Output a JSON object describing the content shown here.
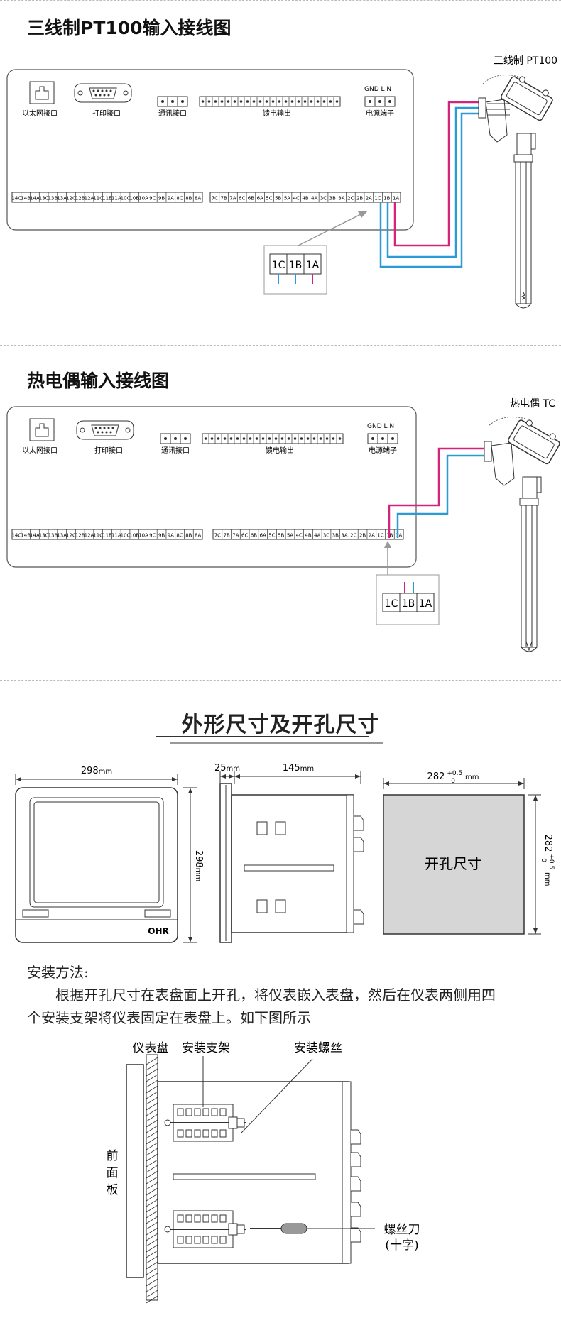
{
  "section1": {
    "title": "三线制PT100输入接线图",
    "sensor_label": "三线制 PT100",
    "ports": {
      "ethernet": "以太网接口",
      "print": "打印接口",
      "comm": "通讯接口",
      "feed": "馈电输出",
      "power": "电源端子"
    },
    "power_pins": "GND  L   N",
    "terminals_left": [
      "14C",
      "14B",
      "14A",
      "13C",
      "13B",
      "13A",
      "12C",
      "12B",
      "12A",
      "11C",
      "11B",
      "11A",
      "10C",
      "10B",
      "10A",
      "9C",
      "9B",
      "9A",
      "8C",
      "8B",
      "8A"
    ],
    "terminals_right": [
      "7C",
      "7B",
      "7A",
      "6C",
      "6B",
      "6A",
      "5C",
      "5B",
      "5A",
      "4C",
      "4B",
      "4A",
      "3C",
      "3B",
      "3A",
      "2C",
      "2B",
      "2A",
      "1C",
      "1B",
      "1A"
    ],
    "zoom_terminals": [
      "1C",
      "1B",
      "1A"
    ]
  },
  "section2": {
    "title": "热电偶输入接线图",
    "sensor_label": "热电偶 TC",
    "ports": {
      "ethernet": "以太网接口",
      "print": "打印接口",
      "comm": "通讯接口",
      "feed": "馈电输出",
      "power": "电源端子"
    },
    "power_pins": "GND  L   N",
    "zoom_terminals": [
      "1C",
      "1B",
      "1A"
    ]
  },
  "section3": {
    "title": "外形尺寸及开孔尺寸",
    "dims": {
      "front_width": "298",
      "front_height": "298",
      "side_depth_front": "25",
      "side_depth_body": "145",
      "unit": "mm",
      "cutout_size": "282",
      "tol_plus": "+0.5",
      "tol_minus": "0"
    },
    "brand": "OHR",
    "cutout_label": "开孔尺寸"
  },
  "install": {
    "heading": "安装方法:",
    "line1": "根据开孔尺寸在表盘面上开孔，将仪表嵌入表盘，然后在仪表两侧用四",
    "line2": "个安装支架将仪表固定在表盘上。如下图所示",
    "labels": {
      "panel": "仪表盘",
      "bracket": "安装支架",
      "screw": "安装螺丝",
      "front": [
        "前",
        "面",
        "板"
      ],
      "driver": "螺丝刀",
      "driver_sub": "(十字)"
    }
  },
  "colors": {
    "magenta": "#d4237a",
    "blue": "#2a9bd6",
    "gray_arrow": "#999999",
    "cutout_fill": "#d6d6d6"
  }
}
